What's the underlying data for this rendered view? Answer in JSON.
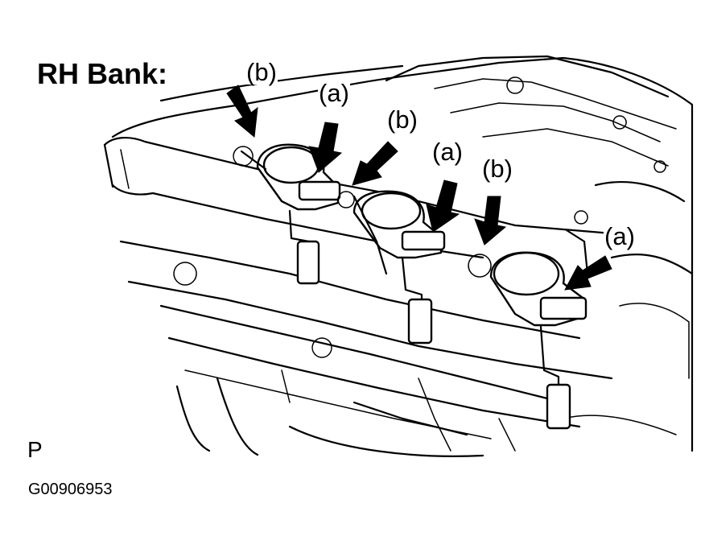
{
  "diagram": {
    "title": "RH Bank:",
    "view_letter": "P",
    "figure_id": "G00906953",
    "callouts": [
      {
        "id": "b1",
        "text": "(b)"
      },
      {
        "id": "a1",
        "text": "(a)"
      },
      {
        "id": "b2",
        "text": "(b)"
      },
      {
        "id": "a2",
        "text": "(a)"
      },
      {
        "id": "b3",
        "text": "(b)"
      },
      {
        "id": "a3",
        "text": "(a)"
      }
    ]
  }
}
